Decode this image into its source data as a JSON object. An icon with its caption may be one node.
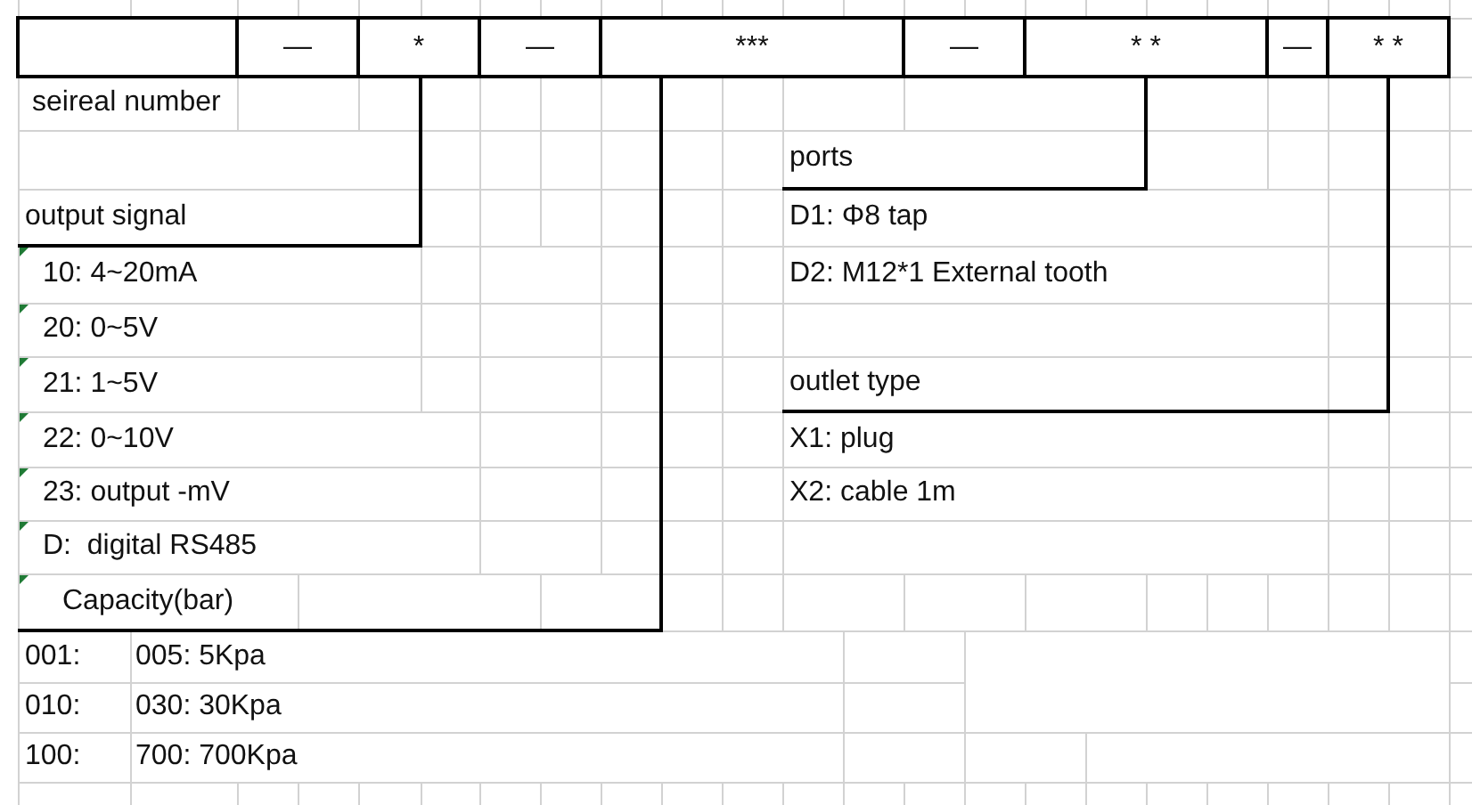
{
  "diagram": {
    "nodes": [
      {
        "text": [],
        "shape": "box"
      },
      {
        "text": [
          "—"
        ]
      },
      {
        "text": [
          "*"
        ]
      },
      {
        "text": [
          "—"
        ]
      },
      {
        "text": [
          "***"
        ]
      },
      {
        "text": [
          "—"
        ]
      },
      {
        "text": [
          "* *"
        ]
      },
      {
        "text": [
          "—"
        ]
      },
      {
        "text": [
          "* *"
        ]
      },
      {
        "text": [
          "output signal"
        ]
      },
      {
        "text": [
          "Capacity(bar)"
        ]
      },
      {
        "text": [
          "ports"
        ]
      },
      {
        "text": [
          "outlet type"
        ]
      }
    ],
    "edges": [
      {
        "from": 2,
        "to": 9,
        "arrow": "none"
      },
      {
        "from": 4,
        "to": 10,
        "arrow": "none"
      },
      {
        "from": 6,
        "to": 11,
        "arrow": "none"
      },
      {
        "from": 8,
        "to": 12,
        "arrow": "none"
      }
    ],
    "labels": [
      "seireal number",
      "10: 4~20mA",
      "20: 0~5V",
      "21: 1~5V",
      "22: 0~10V",
      "23: output -mV",
      "D:  digital RS485",
      "001:",
      "005: 5Kpa",
      "010:",
      "030: 30Kpa",
      "100:",
      "700: 700Kpa",
      "D1: Φ8 tap",
      "D2: M12*1 External tooth",
      "X1: plug",
      "X2: cable 1m"
    ]
  }
}
